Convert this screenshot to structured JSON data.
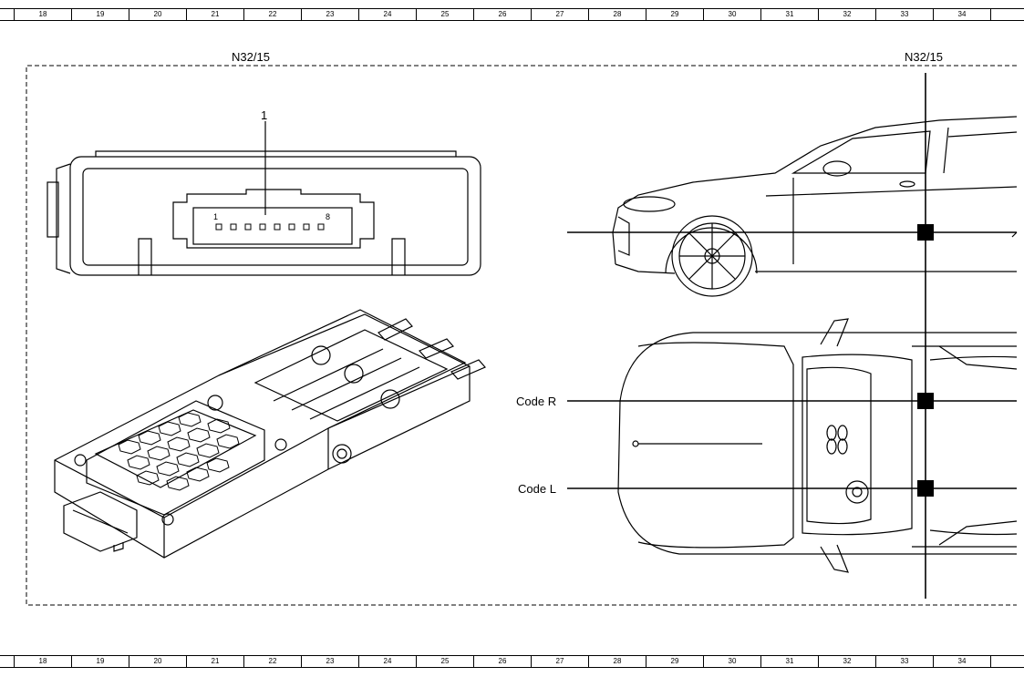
{
  "ruler": {
    "columns": [
      "18",
      "19",
      "20",
      "21",
      "22",
      "23",
      "24",
      "25",
      "26",
      "27",
      "28",
      "29",
      "30",
      "31",
      "32",
      "33",
      "34"
    ]
  },
  "labels": {
    "component_left": "N32/15",
    "component_right": "N32/15",
    "callout": "1",
    "pin_first": "1",
    "pin_last": "8",
    "code_r": "Code R",
    "code_l": "Code L"
  }
}
